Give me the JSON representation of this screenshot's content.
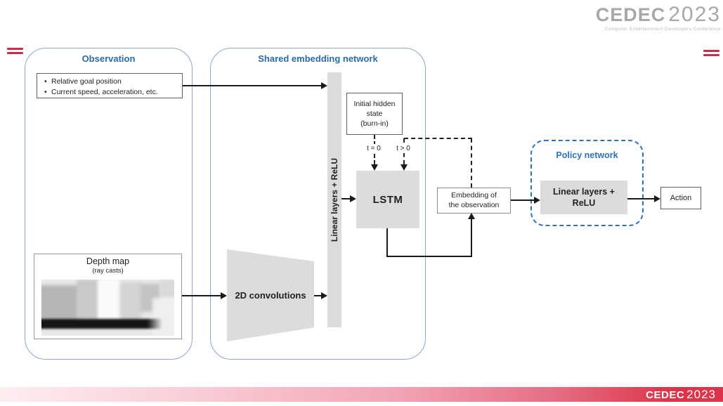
{
  "branding": {
    "logo_word": "CEDEC",
    "logo_year": "2023",
    "logo_subtitle": "Computer Entertainment Developers Conference",
    "accent_red": "#c4314f",
    "bar_red": "#dc3448"
  },
  "diagram": {
    "observation": {
      "title": "Observation",
      "bullets": [
        "Relative goal position",
        "Current speed, acceleration, etc."
      ],
      "depth_map": {
        "title": "Depth map",
        "subtitle": "(ray casts)"
      }
    },
    "shared_embedding": {
      "title": "Shared embedding network",
      "conv_label": "2D convolutions",
      "linear_label": "Linear layers + ReLU",
      "lstm_label": "LSTM",
      "initial_hidden": {
        "line1": "Initial hidden state",
        "line2": "(burn-in)"
      },
      "t_zero_label": "t = 0",
      "t_pos_label": "t > 0"
    },
    "embedding_box": {
      "line1": "Embedding of",
      "line2": "the observation"
    },
    "policy": {
      "title": "Policy network",
      "linear_label": "Linear layers + ReLU"
    },
    "action": {
      "label": "Action"
    },
    "colors": {
      "title_blue": "#2a6ca8",
      "container_border": "#8aa9d0",
      "policy_border": "#2e74b5",
      "box_gray": "#dcdcdc"
    }
  }
}
